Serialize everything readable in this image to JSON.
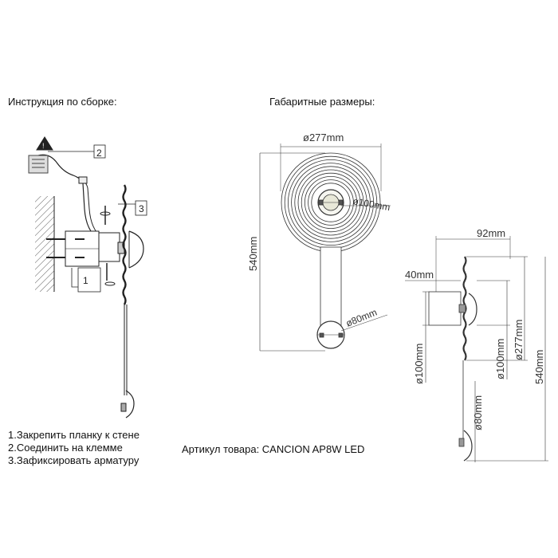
{
  "headings": {
    "assembly": "Инструкция по сборке:",
    "dimensions": "Габаритные размеры:"
  },
  "callouts": {
    "c1": "1",
    "c2": "2",
    "c3": "3"
  },
  "dimensions": {
    "front_diameter": "ø277mm",
    "front_center": "ø100mm",
    "front_height": "540mm",
    "front_bottom": "ø80mm",
    "side_depth": "92mm",
    "side_offset": "40mm",
    "side_center_left": "ø100mm",
    "side_center_right": "ø100mm",
    "side_diameter": "ø277mm",
    "side_height": "540mm",
    "side_bottom": "ø80mm"
  },
  "steps": [
    "1.Закрепить планку к стене",
    "2.Соединить на клемме",
    "3.Зафиксировать арматуру"
  ],
  "article": "Артикул товара: CANCION AP8W LED"
}
